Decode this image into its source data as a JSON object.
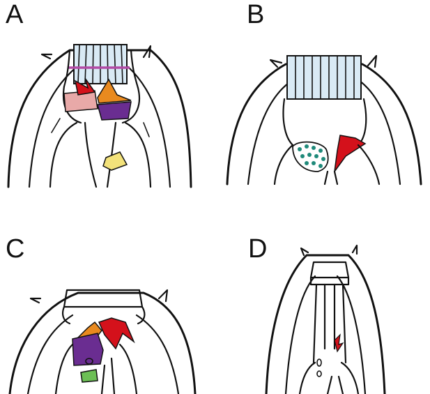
{
  "panels": [
    {
      "label": "A"
    },
    {
      "label": "B"
    },
    {
      "label": "C"
    },
    {
      "label": "D"
    }
  ],
  "colors": {
    "outline": "#111111",
    "cheilostom": "#d9eaf5",
    "red_tooth": "#d4111b",
    "orange_tooth": "#e98a1f",
    "purple_plate": "#6a2d91",
    "pink_plate": "#e8a9a8",
    "yellow_structure": "#f3e27a",
    "teal_denticles": "#1f8a7a",
    "green_structure": "#6cbf55",
    "magenta_ring": "#b24aa6"
  },
  "icons": [
    "nematode-head-outline",
    "buccal-cavity",
    "teeth"
  ]
}
